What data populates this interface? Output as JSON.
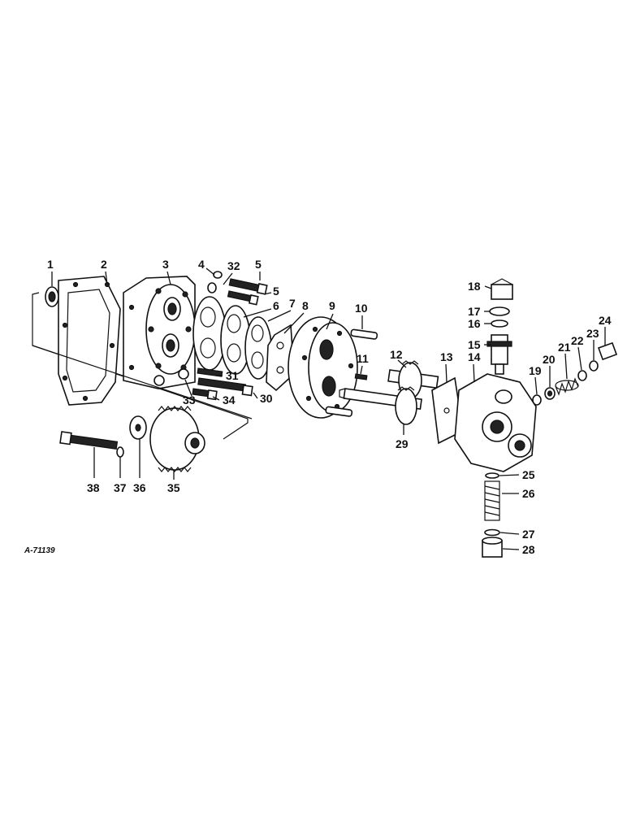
{
  "diagram": {
    "reference_code": "A-71139",
    "callouts": [
      {
        "id": "c1",
        "label": "1"
      },
      {
        "id": "c2",
        "label": "2"
      },
      {
        "id": "c3",
        "label": "3"
      },
      {
        "id": "c4",
        "label": "4"
      },
      {
        "id": "c32",
        "label": "32"
      },
      {
        "id": "c5a",
        "label": "5"
      },
      {
        "id": "c5b",
        "label": "5"
      },
      {
        "id": "c6",
        "label": "6"
      },
      {
        "id": "c7",
        "label": "7"
      },
      {
        "id": "c8",
        "label": "8"
      },
      {
        "id": "c9",
        "label": "9"
      },
      {
        "id": "c10",
        "label": "10"
      },
      {
        "id": "c11",
        "label": "11"
      },
      {
        "id": "c12",
        "label": "12"
      },
      {
        "id": "c13",
        "label": "13"
      },
      {
        "id": "c14",
        "label": "14"
      },
      {
        "id": "c15",
        "label": "15"
      },
      {
        "id": "c16",
        "label": "16"
      },
      {
        "id": "c17",
        "label": "17"
      },
      {
        "id": "c18",
        "label": "18"
      },
      {
        "id": "c19",
        "label": "19"
      },
      {
        "id": "c20",
        "label": "20"
      },
      {
        "id": "c21",
        "label": "21"
      },
      {
        "id": "c22",
        "label": "22"
      },
      {
        "id": "c23",
        "label": "23"
      },
      {
        "id": "c24",
        "label": "24"
      },
      {
        "id": "c25",
        "label": "25"
      },
      {
        "id": "c26",
        "label": "26"
      },
      {
        "id": "c27",
        "label": "27"
      },
      {
        "id": "c28",
        "label": "28"
      },
      {
        "id": "c29",
        "label": "29"
      },
      {
        "id": "c30",
        "label": "30"
      },
      {
        "id": "c31",
        "label": "31"
      },
      {
        "id": "c33",
        "label": "33"
      },
      {
        "id": "c34",
        "label": "34"
      },
      {
        "id": "c35",
        "label": "35"
      },
      {
        "id": "c36",
        "label": "36"
      },
      {
        "id": "c37",
        "label": "37"
      },
      {
        "id": "c38",
        "label": "38"
      }
    ]
  }
}
